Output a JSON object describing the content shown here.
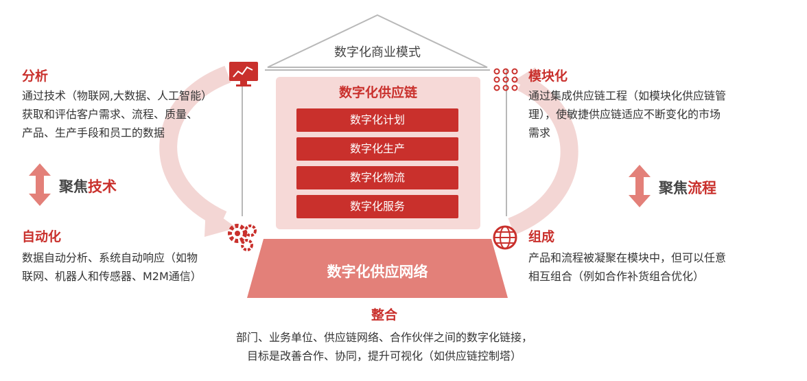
{
  "roof": {
    "title": "数字化商业模式"
  },
  "supply_chain": {
    "title": "数字化供应链",
    "items": [
      "数字化计划",
      "数字化生产",
      "数字化物流",
      "数字化服务"
    ]
  },
  "network": {
    "title": "数字化供应网络"
  },
  "analysis": {
    "title": "分析",
    "lines": [
      "通过技术（物联网,大数据、人工智能）",
      "获取和评估客户需求、流程、质量、",
      "产品、生产手段和员工的数据"
    ]
  },
  "automation": {
    "title": "自动化",
    "lines": [
      "数据自动分析、系统自动响应（如物",
      "联网、机器人和传感器、M2M通信）"
    ]
  },
  "modular": {
    "title": "模块化",
    "lines": [
      "通过集成供应链工程（如模块化供应链管",
      "理），使敏捷供应链适应不断变化的市场",
      "需求"
    ]
  },
  "compose": {
    "title": "组成",
    "lines": [
      "产品和流程被凝聚在模块中，但可以任意",
      "相互组合（例如合作补货组合优化）"
    ]
  },
  "focus_tech": {
    "prefix": "聚焦",
    "highlight": "技术"
  },
  "focus_process": {
    "prefix": "聚焦",
    "highlight": "流程"
  },
  "integrate": {
    "title": "整合",
    "lines": [
      "部门、业务单位、供应链网络、合作伙伴之间的数字化链接，",
      "目标是改善合作、协同，提升可视化（如供应链控制塔）"
    ]
  },
  "colors": {
    "accent": "#c9302c",
    "panel": "#f6d9d7",
    "base": "#e38079"
  }
}
